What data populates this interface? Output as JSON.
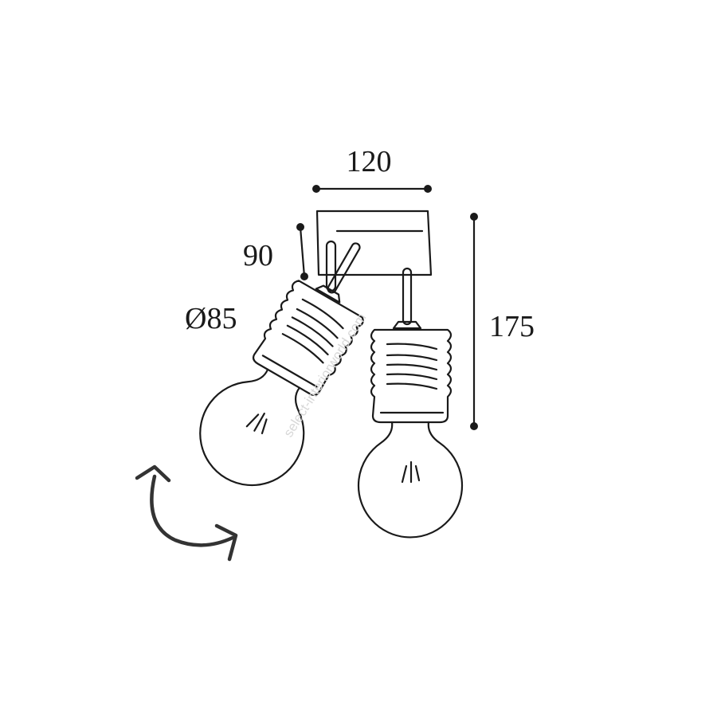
{
  "dimensions": {
    "width": "120",
    "height": "175",
    "depth": "90",
    "diameter": "Ø85"
  },
  "watermark": "select-interiorworld.com",
  "colors": {
    "line": "#1a1a1a",
    "arrow": "#333333",
    "watermark": "#d8d8d8"
  }
}
